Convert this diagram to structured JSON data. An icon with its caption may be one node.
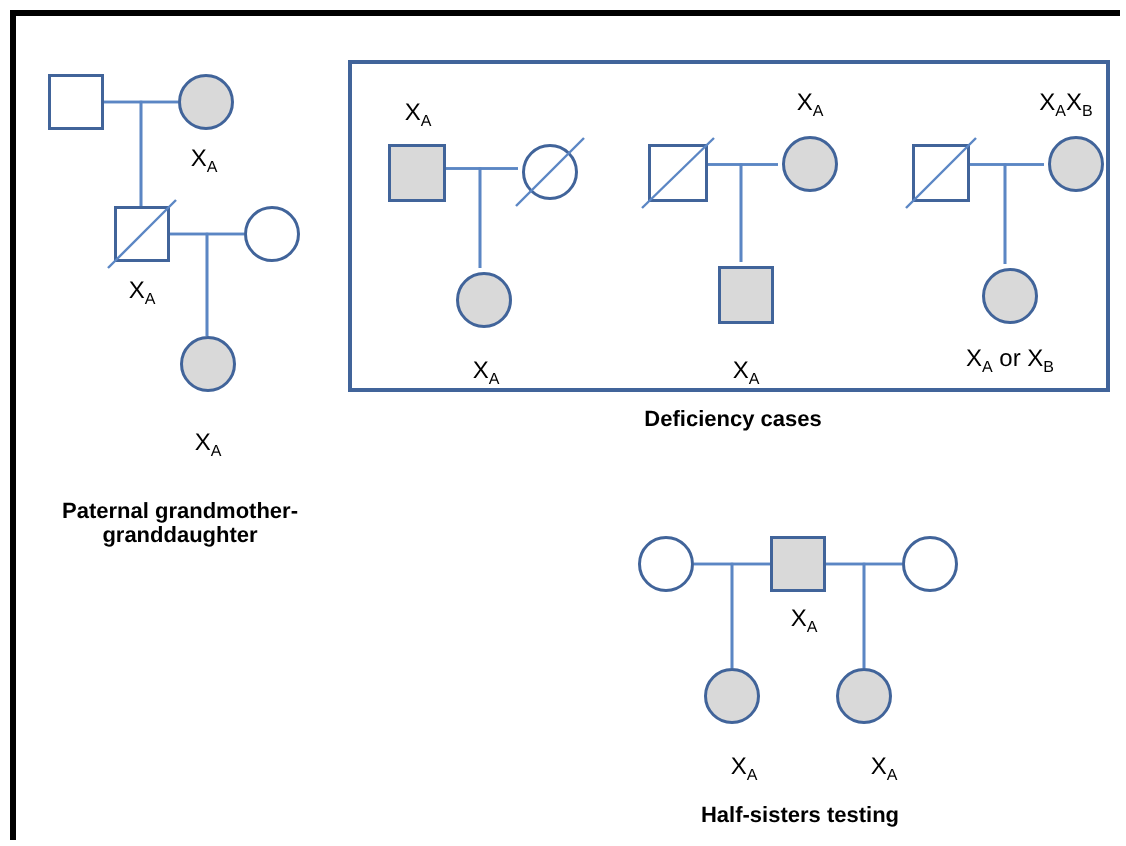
{
  "diagram": {
    "nodes": [
      {
        "text": [],
        "shape": "box"
      },
      {
        "text": [],
        "shape": "circle",
        "beside": [
          "X$_{A}$"
        ]
      },
      {
        "text": [],
        "shape": "box",
        "beside": [
          "X$_{A}$"
        ]
      },
      {
        "text": [],
        "shape": "circle"
      },
      {
        "text": [],
        "shape": "circle",
        "beside": [
          "X$_{A}$"
        ]
      },
      {
        "text": [
          "Deficiency cases"
        ]
      },
      {
        "text": [],
        "shape": "box",
        "in": 5,
        "beside": [
          "X$_{A}$"
        ]
      },
      {
        "text": [],
        "shape": "circle",
        "in": 5
      },
      {
        "text": [],
        "shape": "circle",
        "in": 5,
        "beside": [
          "X$_{A}$"
        ]
      },
      {
        "text": [],
        "shape": "box",
        "in": 5
      },
      {
        "text": [],
        "shape": "circle",
        "in": 5,
        "beside": [
          "X$_{A}$"
        ]
      },
      {
        "text": [],
        "shape": "box",
        "in": 5,
        "beside": [
          "X$_{A}$"
        ]
      },
      {
        "text": [],
        "shape": "box",
        "in": 5
      },
      {
        "text": [],
        "shape": "circle",
        "in": 5,
        "beside": [
          "X$_{A}$X$_{B}$"
        ]
      },
      {
        "text": [],
        "shape": "circle",
        "in": 5,
        "beside": [
          "X$_{A}$ or X$_{B}$"
        ]
      },
      {
        "text": [],
        "shape": "circle"
      },
      {
        "text": [],
        "shape": "box",
        "beside": [
          "X$_{A}$"
        ]
      },
      {
        "text": [],
        "shape": "circle"
      },
      {
        "text": [],
        "shape": "circle",
        "beside": [
          "X$_{A}$"
        ]
      },
      {
        "text": [],
        "shape": "circle",
        "beside": [
          "X$_{A}$"
        ]
      }
    ],
    "edges": [
      {
        "from": 0,
        "to": 1,
        "arrow": "none"
      },
      {
        "from": 0,
        "to": 2,
        "arrow": "none"
      },
      {
        "from": 1,
        "to": 2,
        "arrow": "none"
      },
      {
        "from": 2,
        "to": 3,
        "arrow": "none"
      },
      {
        "from": 2,
        "to": 4,
        "arrow": "none"
      },
      {
        "from": 3,
        "to": 4,
        "arrow": "none"
      },
      {
        "from": 6,
        "to": 7,
        "arrow": "none"
      },
      {
        "from": 6,
        "to": 8,
        "arrow": "none"
      },
      {
        "from": 7,
        "to": 8,
        "arrow": "none"
      },
      {
        "from": 9,
        "to": 10,
        "arrow": "none"
      },
      {
        "from": 9,
        "to": 11,
        "arrow": "none"
      },
      {
        "from": 10,
        "to": 11,
        "arrow": "none"
      },
      {
        "from": 12,
        "to": 13,
        "arrow": "none"
      },
      {
        "from": 12,
        "to": 14,
        "arrow": "none"
      },
      {
        "from": 13,
        "to": 14,
        "arrow": "none"
      },
      {
        "from": 15,
        "to": 16,
        "arrow": "none"
      },
      {
        "from": 15,
        "to": 18,
        "arrow": "none"
      },
      {
        "from": 16,
        "to": 18,
        "arrow": "none"
      },
      {
        "from": 16,
        "to": 17,
        "arrow": "none"
      },
      {
        "from": 16,
        "to": 19,
        "arrow": "none"
      },
      {
        "from": 17,
        "to": 19,
        "arrow": "none"
      }
    ],
    "labels": [
      "Paternal grandmother-granddaughter",
      "Half-sisters testing"
    ]
  }
}
